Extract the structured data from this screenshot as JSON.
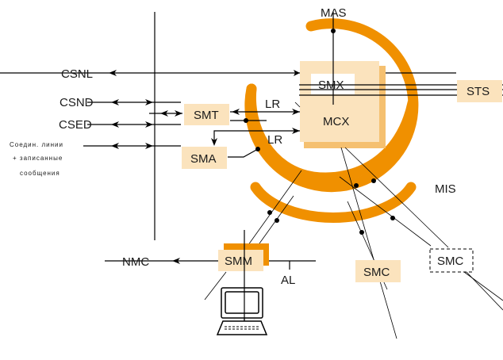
{
  "colors": {
    "ring": "#f09000",
    "box_fill": "#fbe3bd",
    "box_shadow": "#f5c070",
    "smm_shadow": "#f09000",
    "line": "#000000"
  },
  "rings": {
    "outer_label": "MAS",
    "inner_label": "MIS"
  },
  "external_links": {
    "csnl": "CSNL",
    "csnd": "CSND",
    "csed": "CSED",
    "lines_note": [
      "Соедин. линии",
      "+ записанные",
      "сообщения"
    ],
    "nmc": "NMC",
    "al": "AL"
  },
  "modules": {
    "smt": "SMT",
    "sma": "SMA",
    "smx": "SMX",
    "mcx": "MCX",
    "sts": "STS",
    "smm": "SMM",
    "smc_solid": "SMC",
    "smc_dashed": "SMC"
  },
  "link_labels": {
    "lr_upper": "LR",
    "lr_lower": "LR"
  },
  "icons": {
    "terminal": "computer-terminal-icon"
  }
}
